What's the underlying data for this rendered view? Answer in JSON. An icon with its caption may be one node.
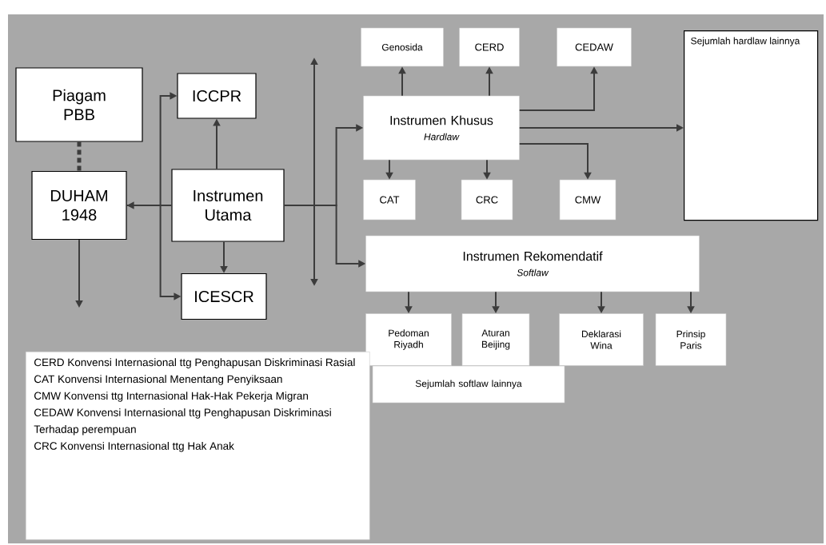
{
  "diagram": {
    "nodes": [
      {
        "text": [
          "Piagam PBB"
        ]
      },
      {
        "text": [
          "DUHAM 1948"
        ]
      },
      {
        "text": [
          "ICCPR"
        ]
      },
      {
        "text": [
          "Instrumen Utama"
        ]
      },
      {
        "text": [
          "ICESCR"
        ]
      },
      {
        "text": [
          "Instrumen Khusus",
          "Hardlaw"
        ]
      },
      {
        "text": [
          "Genosida"
        ]
      },
      {
        "text": [
          "CERD"
        ]
      },
      {
        "text": [
          "CEDAW"
        ]
      },
      {
        "text": [
          "CAT"
        ]
      },
      {
        "text": [
          "CRC"
        ]
      },
      {
        "text": [
          "CMW"
        ]
      },
      {
        "text": [
          "Sejumlah hardlaw lainnya"
        ]
      },
      {
        "text": [
          "Instrumen Rekomendatif",
          "Softlaw"
        ]
      },
      {
        "text": [
          "Pedoman Riyadh"
        ]
      },
      {
        "text": [
          "Aturan Beijing"
        ]
      },
      {
        "text": [
          "Deklarasi Wina"
        ]
      },
      {
        "text": [
          "Prinsip Paris"
        ]
      },
      {
        "text": [
          "Sejumlah softlaw lainnya"
        ]
      },
      {
        "text": [
          "CERD Konvensi Internasional ttg Penghapusan Diskriminasi Rasial",
          "CAT Konvensi Internasional Menentang Penyiksaan",
          "CMW Konvensi ttg Internasional Hak-Hak Pekerja Migran",
          "CEDAW Konvensi Internasional ttg Penghapusan Diskriminasi Terhadap perempuan",
          "CRC Konvensi Internasional ttg Hak Anak"
        ]
      }
    ],
    "edges": [
      {
        "from": 0,
        "to": 1,
        "arrow": "none",
        "style": "dashed"
      },
      {
        "from": 1,
        "to": null,
        "arrow": "to"
      },
      {
        "from": 3,
        "to": 1,
        "arrow": "to"
      },
      {
        "from": 1,
        "to": 2,
        "arrow": "to"
      },
      {
        "from": 1,
        "to": 4,
        "arrow": "to"
      },
      {
        "from": 3,
        "to": 2,
        "arrow": "to"
      },
      {
        "from": 3,
        "to": 4,
        "arrow": "to"
      },
      {
        "from": 3,
        "to": 5,
        "arrow": "to"
      },
      {
        "from": 3,
        "to": 13,
        "arrow": "to"
      },
      {
        "from": 5,
        "to": 6,
        "arrow": "to"
      },
      {
        "from": 5,
        "to": 7,
        "arrow": "to"
      },
      {
        "from": 5,
        "to": 8,
        "arrow": "to"
      },
      {
        "from": 5,
        "to": 12,
        "arrow": "to"
      },
      {
        "from": 5,
        "to": 11,
        "arrow": "to"
      },
      {
        "from": 5,
        "to": 9,
        "arrow": "to"
      },
      {
        "from": 5,
        "to": 10,
        "arrow": "to"
      },
      {
        "from": 13,
        "to": 14,
        "arrow": "to"
      },
      {
        "from": 13,
        "to": 15,
        "arrow": "to"
      },
      {
        "from": 13,
        "to": 16,
        "arrow": "to"
      },
      {
        "from": 13,
        "to": 17,
        "arrow": "to"
      }
    ]
  }
}
